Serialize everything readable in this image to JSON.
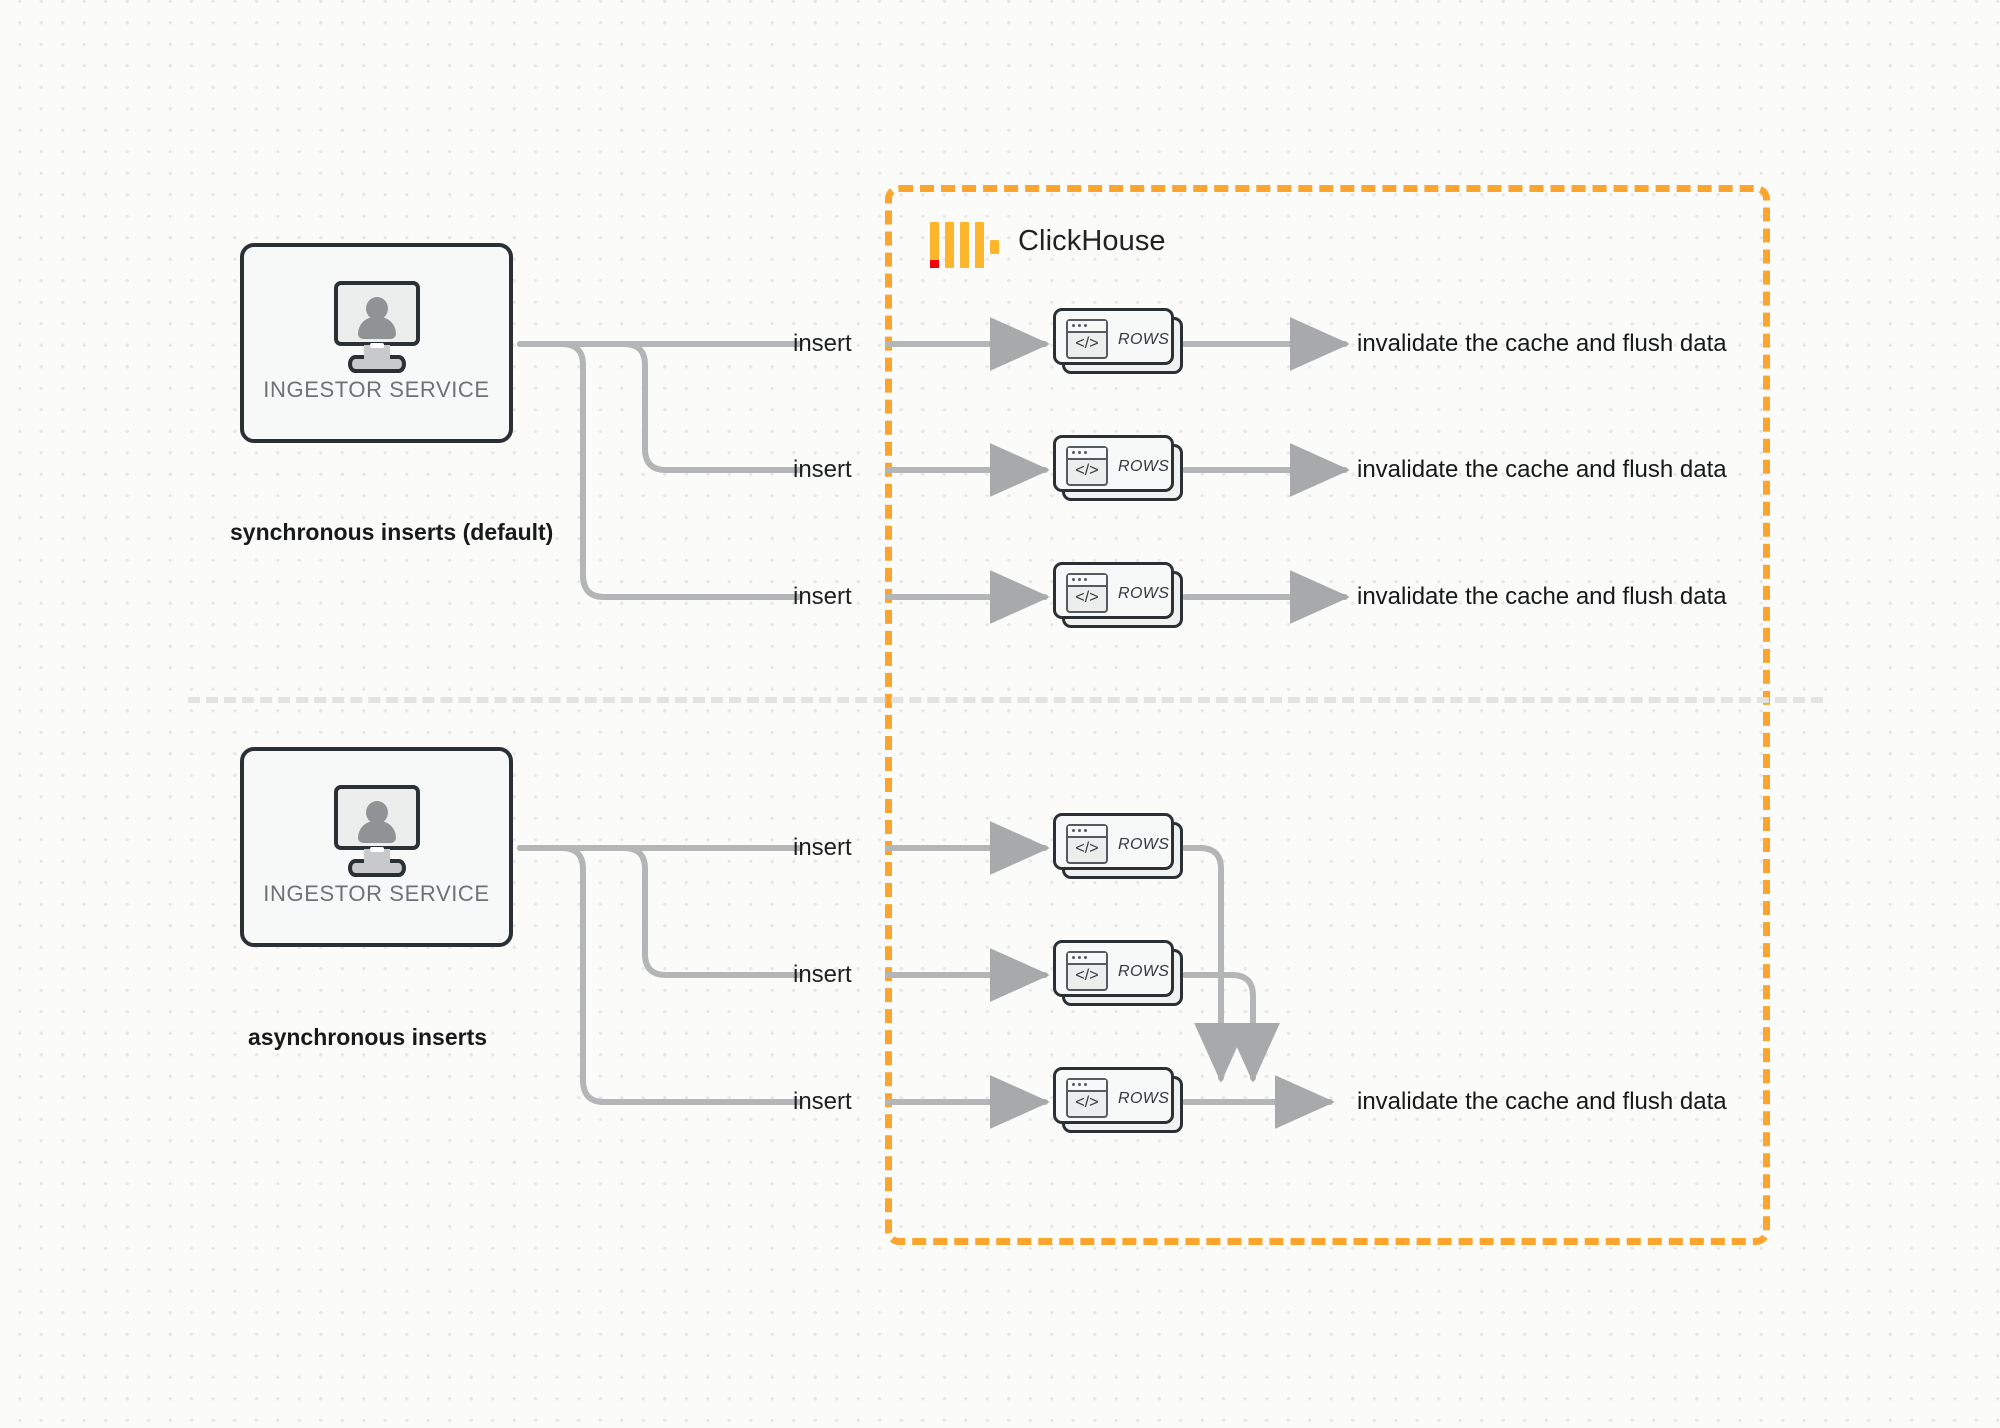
{
  "boundary": {
    "title": "ClickHouse",
    "accent_color": "#fba52e",
    "logo_red": "#f4000a"
  },
  "sections": [
    {
      "caption": "synchronous inserts (default)",
      "ingestor": {
        "label": "INGESTOR SERVICE",
        "icon": "monitor-user-icon"
      },
      "rows_cards": [
        {
          "label": "ROWS",
          "icon": "code-window-icon"
        },
        {
          "label": "ROWS",
          "icon": "code-window-icon"
        },
        {
          "label": "ROWS",
          "icon": "code-window-icon"
        }
      ],
      "insert_labels": [
        "insert",
        "insert",
        "insert"
      ],
      "sink_labels": [
        "invalidate the cache and flush data",
        "invalidate the cache and flush data",
        "invalidate the cache and flush data"
      ]
    },
    {
      "caption": "asynchronous inserts",
      "ingestor": {
        "label": "INGESTOR SERVICE",
        "icon": "monitor-user-icon"
      },
      "rows_cards": [
        {
          "label": "ROWS",
          "icon": "code-window-icon"
        },
        {
          "label": "ROWS",
          "icon": "code-window-icon"
        },
        {
          "label": "ROWS",
          "icon": "code-window-icon"
        }
      ],
      "insert_labels": [
        "insert",
        "insert",
        "insert"
      ],
      "sink_labels": [
        "invalidate the cache and flush data"
      ]
    }
  ]
}
